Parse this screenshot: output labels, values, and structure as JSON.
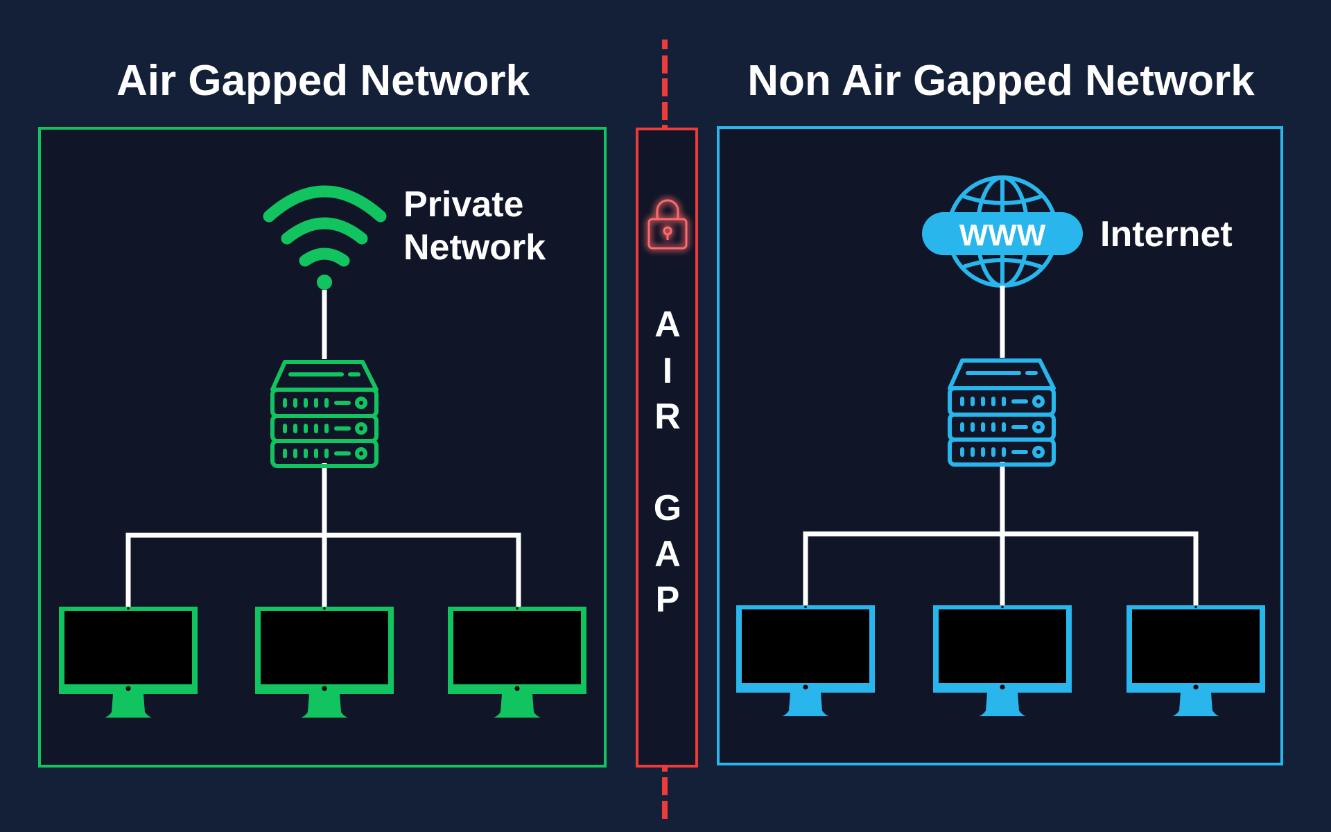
{
  "colors": {
    "background": "#132038",
    "panel_fill": "#101528",
    "air_gapped_accent": "#12c45f",
    "non_air_gapped_accent": "#28b6ec",
    "gap_accent": "#ef3a3a",
    "lock_glow": "#ff6b6b",
    "connector": "#ffffff",
    "text": "#ffffff",
    "screen": "#000000"
  },
  "left_panel": {
    "title": "Air Gapped Network",
    "source_label_line1": "Private",
    "source_label_line2": "Network",
    "source_icon": "wifi-icon",
    "server_icon": "server-rack-icon",
    "computers": [
      "computer-1",
      "computer-2",
      "computer-3"
    ]
  },
  "gap": {
    "icon": "padlock-icon",
    "letters": [
      "A",
      "I",
      "R",
      "",
      "G",
      "A",
      "P"
    ],
    "label": "AIR GAP"
  },
  "right_panel": {
    "title": "Non Air Gapped Network",
    "source_label": "Internet",
    "globe_badge": "WWW",
    "source_icon": "globe-www-icon",
    "server_icon": "server-rack-icon",
    "computers": [
      "computer-1",
      "computer-2",
      "computer-3"
    ]
  }
}
